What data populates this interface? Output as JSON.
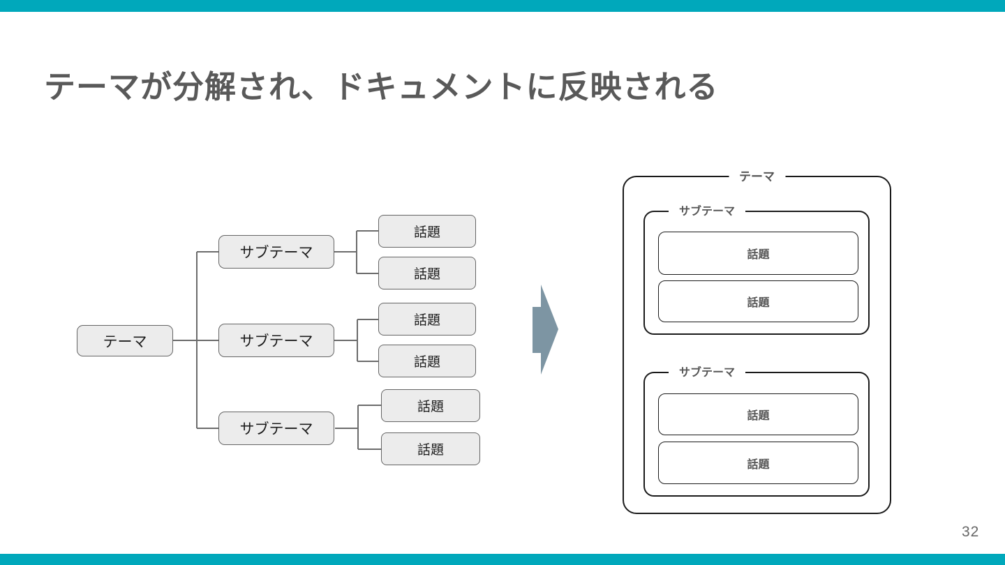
{
  "slide": {
    "title": "テーマが分解され、ドキュメントに反映される",
    "page_number": "32"
  },
  "colors": {
    "accent_teal": "#00a8bb",
    "arrow_fill": "#7d95a3",
    "title_gray": "#595959",
    "tree_box_fill": "#ececec",
    "tree_box_border": "#646464",
    "doc_border": "#1a1a1a",
    "doc_label_gray": "#555555"
  },
  "tree": {
    "theme": "テーマ",
    "subthemes": [
      {
        "label": "サブテーマ",
        "topics": [
          "話題",
          "話題"
        ]
      },
      {
        "label": "サブテーマ",
        "topics": [
          "話題",
          "話題"
        ]
      },
      {
        "label": "サブテーマ",
        "topics": [
          "話題",
          "話題"
        ]
      }
    ]
  },
  "document": {
    "theme": "テーマ",
    "subthemes": [
      {
        "label": "サブテーマ",
        "topics": [
          "話題",
          "話題"
        ]
      },
      {
        "label": "サブテーマ",
        "topics": [
          "話題",
          "話題"
        ]
      }
    ]
  }
}
